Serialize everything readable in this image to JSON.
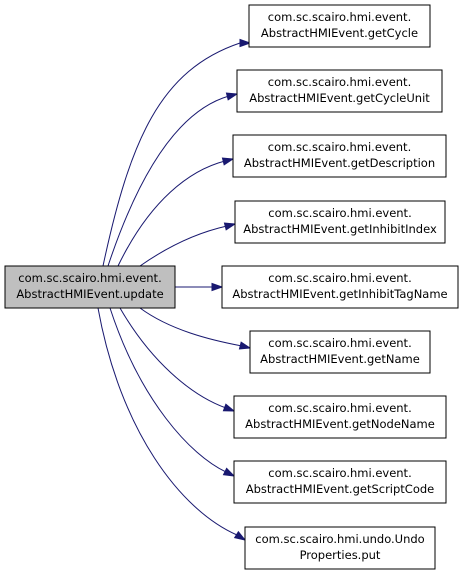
{
  "diagram": {
    "type": "call-graph",
    "source": {
      "line1": "com.sc.scairo.hmi.event.",
      "line2": "AbstractHMIEvent.update",
      "fill": "#bfbfbf"
    },
    "targets": [
      {
        "line1": "com.sc.scairo.hmi.event.",
        "line2": "AbstractHMIEvent.getCycle"
      },
      {
        "line1": "com.sc.scairo.hmi.event.",
        "line2": "AbstractHMIEvent.getCycleUnit"
      },
      {
        "line1": "com.sc.scairo.hmi.event.",
        "line2": "AbstractHMIEvent.getDescription"
      },
      {
        "line1": "com.sc.scairo.hmi.event.",
        "line2": "AbstractHMIEvent.getInhibitIndex"
      },
      {
        "line1": "com.sc.scairo.hmi.event.",
        "line2": "AbstractHMIEvent.getInhibitTagName"
      },
      {
        "line1": "com.sc.scairo.hmi.event.",
        "line2": "AbstractHMIEvent.getName"
      },
      {
        "line1": "com.sc.scairo.hmi.event.",
        "line2": "AbstractHMIEvent.getNodeName"
      },
      {
        "line1": "com.sc.scairo.hmi.event.",
        "line2": "AbstractHMIEvent.getScriptCode"
      },
      {
        "line1": "com.sc.scairo.hmi.undo.Undo",
        "line2": "Properties.put"
      }
    ],
    "colors": {
      "node_fill": "#ffffff",
      "node_stroke": "#000000",
      "edge": "#191970"
    }
  }
}
